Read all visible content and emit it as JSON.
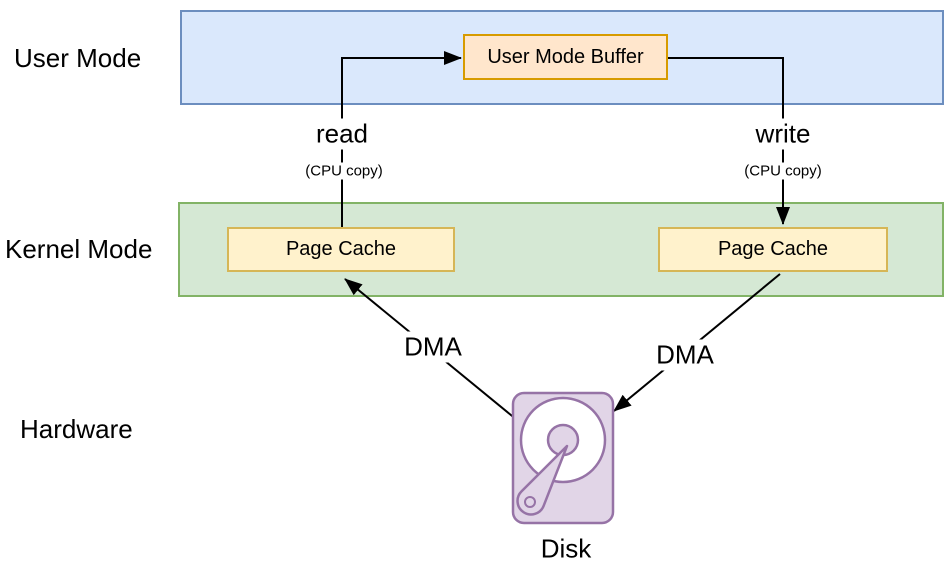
{
  "layers": {
    "user": "User Mode",
    "kernel": "Kernel Mode",
    "hardware": "Hardware"
  },
  "nodes": {
    "buffer": "User Mode Buffer",
    "page_cache_left": "Page Cache",
    "page_cache_right": "Page Cache",
    "disk": "Disk"
  },
  "edges": {
    "read": "read",
    "read_note": "(CPU copy)",
    "write": "write",
    "write_note": "(CPU copy)",
    "dma_left": "DMA",
    "dma_right": "DMA"
  },
  "icons": {
    "disk": "hard-disk-icon"
  },
  "colors": {
    "user_band_fill": "#dae8fc",
    "user_band_border": "#6c8ebf",
    "kernel_band_fill": "#d5e8d4",
    "kernel_band_border": "#82b366",
    "cache_fill": "#fff2cc",
    "cache_border": "#d6b656",
    "buffer_fill": "#ffe6cc",
    "buffer_border": "#d79b00",
    "disk_fill": "#e1d5e7",
    "disk_border": "#9673a6",
    "arrow": "#000000",
    "text": "#000000",
    "background": "#ffffff"
  }
}
